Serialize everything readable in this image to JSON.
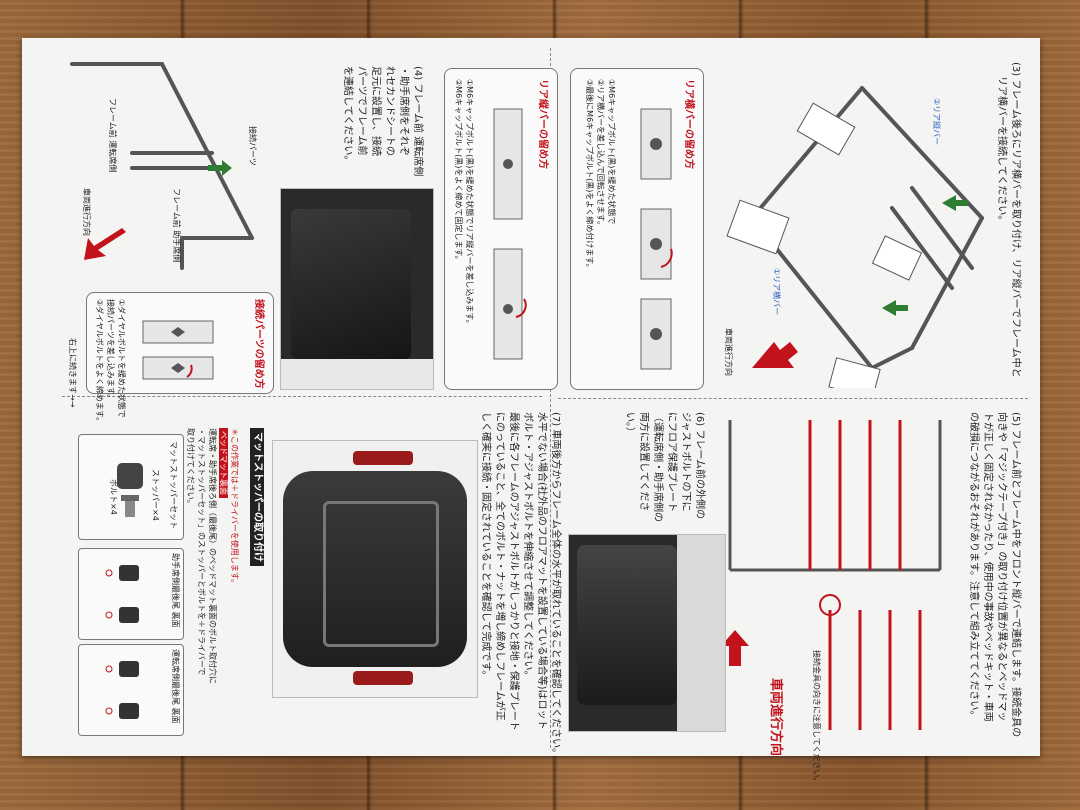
{
  "step3": {
    "title": "(3) フレーム後ろにリア横バーを取り付け、リア縦バーでフレーム中と",
    "line2": "リア横バーを接続してください。",
    "label_a": "②リア縦バー",
    "label_b": "①リア横バー",
    "direction": "車両進行方向"
  },
  "rear_fix": {
    "title": "リア横バーの留め方",
    "steps": [
      "①M6キャップボルト(黒)を緩めた状態で",
      "②リア横バーを差し込んで回転させます。",
      "③最後にM6キャップボルト(黒)をよく締め付けます。"
    ]
  },
  "rear_vert": {
    "title": "リア縦バーの留め方",
    "steps": [
      "①M6キャップボルト(黒)を緩めた状態でリア縦バーを差し込みます。",
      "②M6キャップボルト(黒)をよく締めて固定します。"
    ]
  },
  "step4": {
    "lines": [
      "(4) フレーム前 運転席側",
      "・助手席側をそれぞ",
      "れセカンドシートの",
      "足元に設置し、接続",
      "パーツでフレーム前",
      "を連結してください。"
    ],
    "connector": "接続パーツ",
    "label_driver": "フレーム前 運転席側",
    "label_passenger": "フレーム前 助手席側",
    "direction": "車両進行方向"
  },
  "connector_fix": {
    "title": "接続パーツの留め方",
    "steps": [
      "①ダイヤルボルトを緩めた状態で",
      "接続パーツを差し込みます。",
      "②ダイヤルボルトをよく締めます。"
    ]
  },
  "step5": {
    "lines": [
      "(5) フレーム前とフレーム中をフロント縦バーで連結します。接続金具の",
      "向きや「マジックテープ付き」の取り付け位置が異なるとベッドマッ",
      "トが正しく固定されなかったり、使用中の事故やベッドキット・車両",
      "の破損につながるおそれがあります。注意して組み立ててください。"
    ],
    "direction": "車両進行方向",
    "warn": "接続金具の向きに注意してください。"
  },
  "step6": {
    "lines": [
      "(6) フレーム前の外側の",
      "ジャストボルトの下に",
      "にフロア保護プレート",
      "（運転席側・助手席側の",
      "両方に設置してくださ",
      "い。）"
    ]
  },
  "step7": {
    "lines": [
      "(7) 車両後方からフレーム全体の水平が取れていることを確認してください。",
      "水平でない場合(社外品のフロアマットを設置している場合等)はロット",
      "ボルト・アジャストボルトを伸縮させて調整してください。",
      "最後に各フレームのアジャストボルトがしっかりと接地・保護プレート",
      "にのっていること、全てのボルト・ナットを増し締めしフレームが正",
      "しく確実に接続・固定されていることを確認して完成です。"
    ]
  },
  "mat": {
    "title": "マットストッパーの取り付け",
    "note": "＊この作業では＋ドライバーを使用します。",
    "tag": "ベッドマット裏面",
    "lines": [
      "運転席・助手席後ろ側（最後尾）のベッドマット裏面のボルト取付穴に",
      "・マットストッパーセット」のストッパーとボルトを＋ドライバーで",
      "取り付けてください。"
    ],
    "parts_title": "マットストッパーセット",
    "stopper": "ストッパー×4",
    "bolt": "ボルト×4",
    "label_passenger": "助手席側最後尾 裏面",
    "label_driver": "運転席側最後尾 裏面"
  },
  "footer": {
    "continue": "右上に続きます→→"
  },
  "colors": {
    "accent_red": "#c2121b",
    "green": "#2e7d32",
    "blue": "#2b63c4"
  }
}
